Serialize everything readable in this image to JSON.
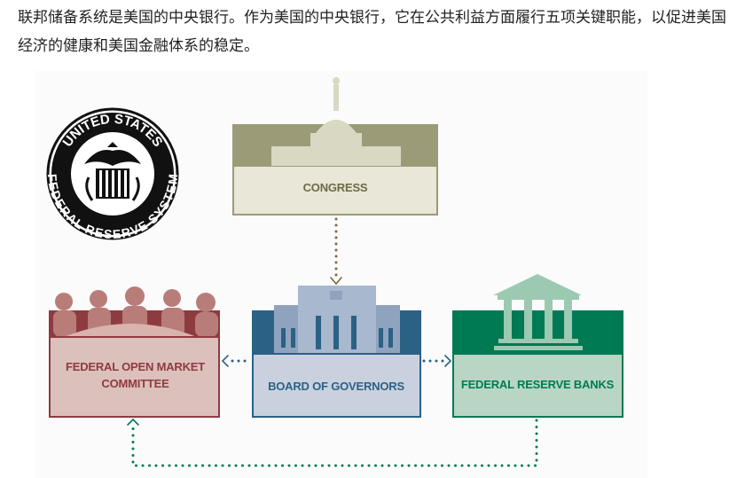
{
  "intro_text": "联邦储备系统是美国的中央银行。作为美国的中央银行，它在公共利益方面履行五项关键职能，以促进美国经济的健康和美国金融体系的稳定。",
  "seal": {
    "top_text": "UNITED STATES",
    "bottom_text": "FEDERAL RESERVE SYSTEM"
  },
  "boxes": {
    "congress": "CONGRESS",
    "fomc": "FEDERAL OPEN MARKET COMMITTEE",
    "board": "BOARD OF GOVERNORS",
    "banks": "FEDERAL RESERVE BANKS"
  },
  "colors": {
    "congress": "#9c9b78",
    "fomc": "#8e3b3f",
    "board": "#2b6185",
    "banks": "#007a52"
  }
}
